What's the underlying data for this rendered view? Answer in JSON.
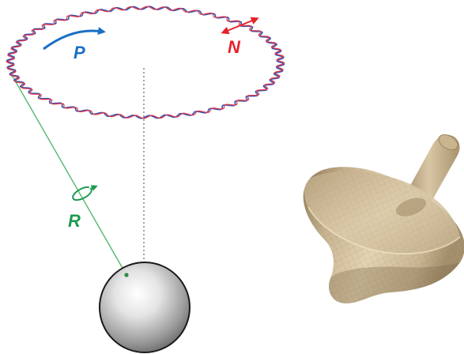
{
  "labels": {
    "precession": "P",
    "nutation": "N",
    "rotation": "R"
  },
  "colors": {
    "precession": "#1a6fc4",
    "nutation": "#e8202a",
    "rotation": "#1e9a50",
    "path_blue": "#2a52b8",
    "path_red": "#e23a4a",
    "axis_line": "#55b86a",
    "vertical_line": "#8a8a8a",
    "sphere_outline": "#1a1a1a"
  },
  "icons": {
    "bob": "sphere-icon",
    "top": "spinning-top-icon"
  }
}
